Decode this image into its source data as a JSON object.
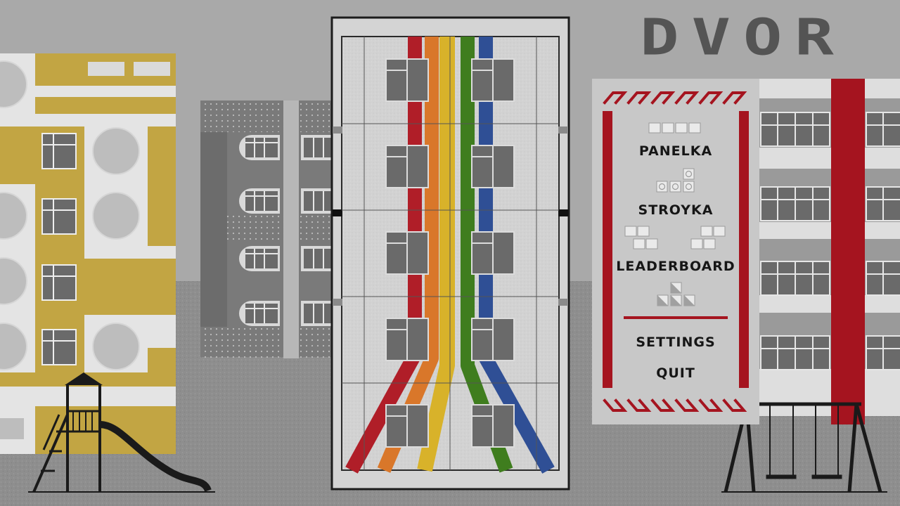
{
  "game": {
    "title": "DVOR"
  },
  "menu": {
    "items": [
      {
        "id": "panelka",
        "label": "PANELKA"
      },
      {
        "id": "stroyka",
        "label": "STROYKA"
      },
      {
        "id": "leaderboard",
        "label": "LEADERBOARD"
      },
      {
        "id": "settings",
        "label": "SETTINGS"
      },
      {
        "id": "quit",
        "label": "QUIT"
      }
    ]
  },
  "colors": {
    "sky": "#a9a9a9",
    "ground": "#8f8f8f",
    "mustard": "#c2a543",
    "accent_red": "#a5141f",
    "panel": "#c8c8c8",
    "logo": "#545454",
    "stripe_red": "#b01e28",
    "stripe_orange": "#d9772a",
    "stripe_yellow": "#d8b22a",
    "stripe_green": "#3f7d1e",
    "stripe_blue": "#2f4f95"
  }
}
